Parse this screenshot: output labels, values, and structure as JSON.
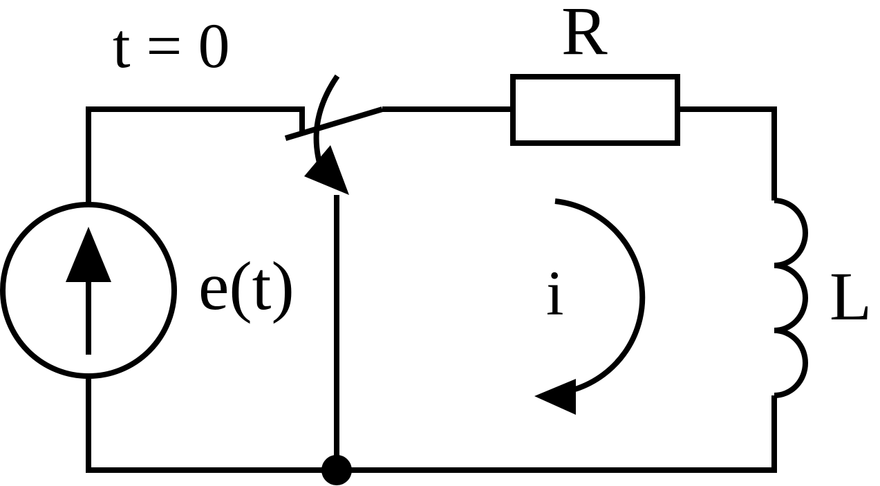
{
  "diagram": {
    "switch_label": "t = 0",
    "resistor_label": "R",
    "inductor_label": "L",
    "source_label": "e(t)",
    "current_label": "i"
  },
  "colors": {
    "ink": "#000000",
    "background": "#ffffff"
  }
}
